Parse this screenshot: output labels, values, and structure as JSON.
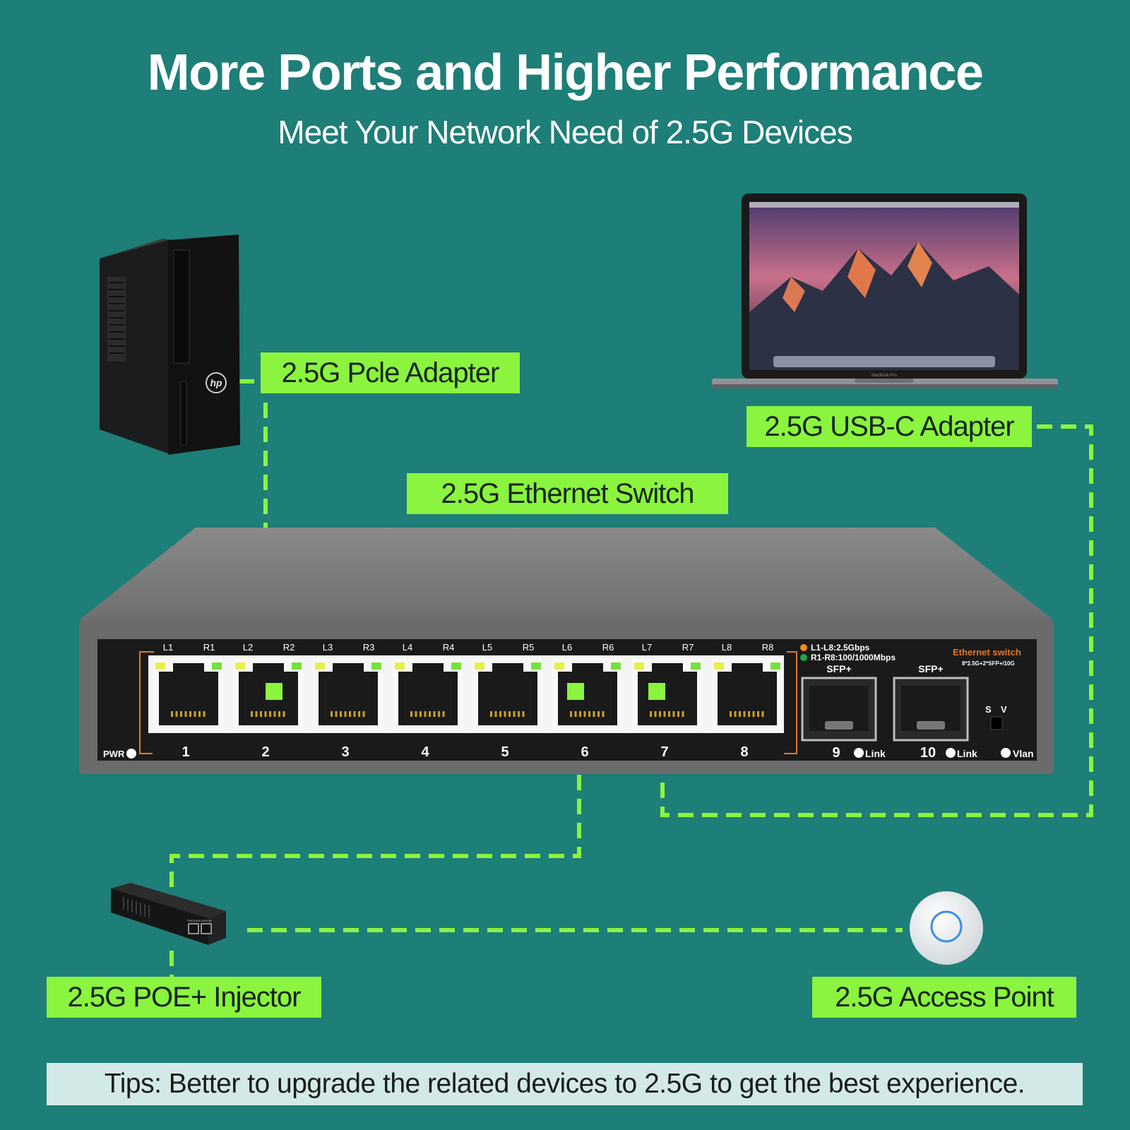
{
  "title": "More Ports and Higher Performance",
  "subtitle": "Meet Your Network Need of 2.5G Devices",
  "labels": {
    "pcie": "2.5G Pcle Adapter",
    "usbc": "2.5G USB-C Adapter",
    "switch": "2.5G Ethernet Switch",
    "poe": "2.5G POE+ Injector",
    "ap": "2.5G Access Point"
  },
  "tips": "Tips: Better to upgrade the related devices to 2.5G to get the best experience.",
  "pc_logo": "hp",
  "laptop_caption": "MacBook Pro",
  "switch_panel": {
    "pwr": "PWR",
    "led_top": [
      "L1",
      "R1",
      "L2",
      "R2",
      "L3",
      "R3",
      "L4",
      "R4",
      "L5",
      "R5",
      "L6",
      "R6",
      "L7",
      "R7",
      "L8",
      "R8"
    ],
    "ports": [
      "1",
      "2",
      "3",
      "4",
      "5",
      "6",
      "7",
      "8"
    ],
    "legend1": "L1-L8:2.5Gbps",
    "legend2": "R1-R8:100/1000Mbps",
    "brand": "Ethernet switch",
    "spec": "8*2.5G+2*SFP+/10G",
    "sfp_label": "SFP+",
    "sfp_ports": [
      "9",
      "10"
    ],
    "link": "Link",
    "s": "S",
    "v": "V",
    "vlan": "Vlan"
  },
  "injector_text": "PoE/DATA DATA/IN",
  "colors": {
    "background": "#1e7e78",
    "accent_green": "#8af43e",
    "tips_bg": "#d2e9e7"
  }
}
